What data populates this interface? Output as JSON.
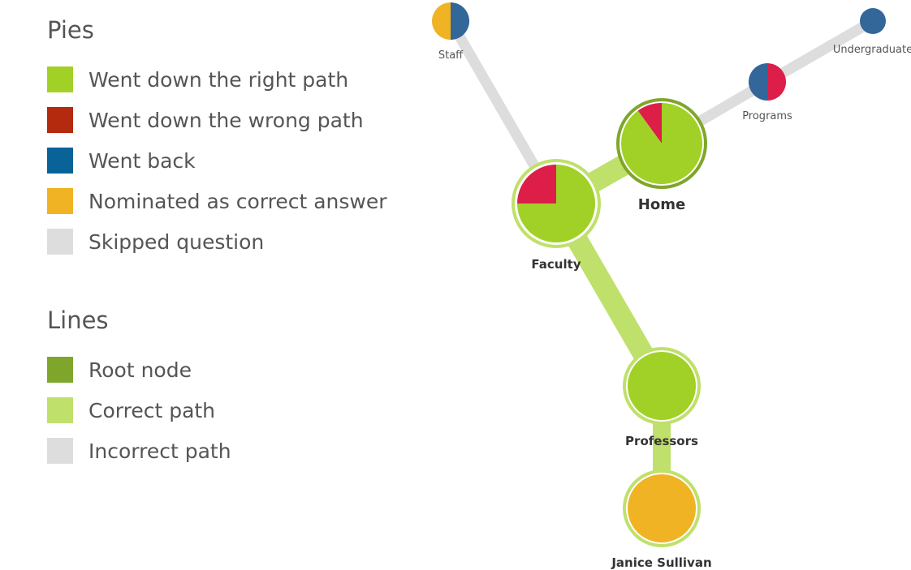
{
  "colors": {
    "right_path": "#a1d126",
    "wrong_path": "#b32a0e",
    "went_back": "#0a6398",
    "nominated": "#f0b323",
    "skipped": "#dddddd",
    "root_node": "#7fa62b",
    "correct_path": "#bfe06b",
    "incorrect_path": "#dddddd",
    "pie_right": "#a1d126",
    "pie_wrong": "#dc1e49",
    "pie_back": "#336699",
    "pie_nominated": "#f0b323",
    "label_text": "#333333"
  },
  "legend": {
    "pies_title": "Pies",
    "pies_items": [
      {
        "label": "Went down the right path",
        "color": "#a1d126"
      },
      {
        "label": "Went down the wrong path",
        "color": "#b32a0e"
      },
      {
        "label": "Went back",
        "color": "#0a6398"
      },
      {
        "label": "Nominated as correct answer",
        "color": "#f0b323"
      },
      {
        "label": "Skipped question",
        "color": "#dddddd"
      }
    ],
    "lines_title": "Lines",
    "lines_items": [
      {
        "label": "Root node",
        "color": "#7fa62b"
      },
      {
        "label": "Correct path",
        "color": "#bfe06b"
      },
      {
        "label": "Incorrect path",
        "color": "#dddddd"
      }
    ]
  },
  "tree": {
    "nodes": [
      {
        "id": "home",
        "label": "Home",
        "role": "root",
        "slices": [
          {
            "kind": "right",
            "fraction": 0.9
          },
          {
            "kind": "wrong",
            "fraction": 0.1
          }
        ]
      },
      {
        "id": "faculty",
        "label": "Faculty",
        "role": "correct",
        "slices": [
          {
            "kind": "right",
            "fraction": 0.75
          },
          {
            "kind": "wrong",
            "fraction": 0.25
          }
        ]
      },
      {
        "id": "professors",
        "label": "Professors",
        "role": "correct",
        "slices": [
          {
            "kind": "right",
            "fraction": 1.0
          }
        ]
      },
      {
        "id": "janice",
        "label": "Janice Sullivan",
        "role": "correct",
        "slices": [
          {
            "kind": "nominated",
            "fraction": 1.0
          }
        ]
      },
      {
        "id": "staff",
        "label": "Staff",
        "role": "incorrect",
        "slices": [
          {
            "kind": "back",
            "fraction": 0.5
          },
          {
            "kind": "nominated",
            "fraction": 0.5
          }
        ]
      },
      {
        "id": "programs",
        "label": "Programs",
        "role": "incorrect",
        "slices": [
          {
            "kind": "wrong",
            "fraction": 0.5
          },
          {
            "kind": "back",
            "fraction": 0.5
          }
        ]
      },
      {
        "id": "undergraduate",
        "label": "Undergraduate",
        "role": "incorrect",
        "slices": [
          {
            "kind": "back",
            "fraction": 1.0
          }
        ]
      }
    ],
    "links": [
      {
        "from": "home",
        "to": "faculty",
        "type": "correct"
      },
      {
        "from": "faculty",
        "to": "professors",
        "type": "correct"
      },
      {
        "from": "professors",
        "to": "janice",
        "type": "correct"
      },
      {
        "from": "faculty",
        "to": "staff",
        "type": "incorrect"
      },
      {
        "from": "home",
        "to": "programs",
        "type": "incorrect"
      },
      {
        "from": "programs",
        "to": "undergraduate",
        "type": "incorrect"
      }
    ]
  }
}
